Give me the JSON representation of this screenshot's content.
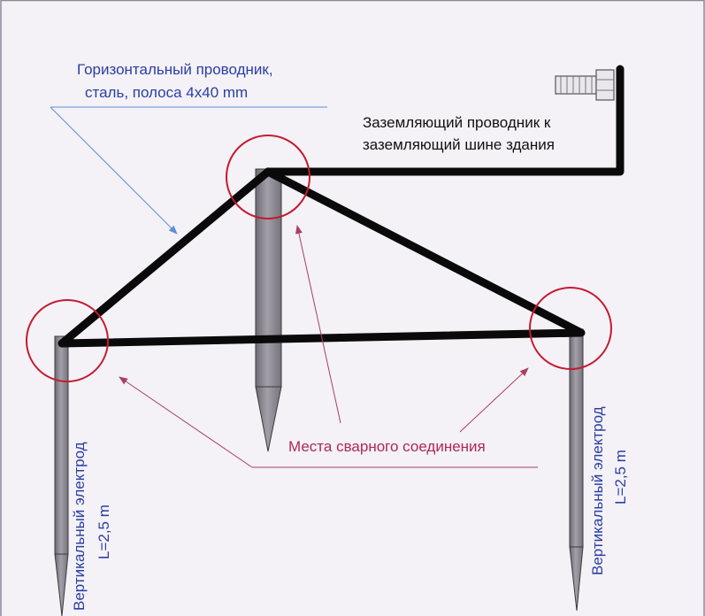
{
  "labels": {
    "horizontal_conductor_line1": "Горизонтальный проводник,",
    "horizontal_conductor_line2": "сталь, полоса 4х40 mm",
    "grounding_conductor_line1": "Заземляющий проводник к",
    "grounding_conductor_line2": "заземляющий шине здания",
    "weld_points": "Места сварного соединения",
    "vertical_electrode_left_line1": "Вертикальный электрод",
    "vertical_electrode_left_line2": "L=2,5 m",
    "vertical_electrode_right_line1": "Вертикальный электрод",
    "vertical_electrode_right_line2": "L=2,5 m"
  },
  "colors": {
    "background": "#f4f1f7",
    "frame": "#8a8a95",
    "blue_text": "#2a3fa3",
    "blue_pointer": "#5b8fd6",
    "black_text": "#111111",
    "magenta_text": "#b02856",
    "magenta_pointer": "#a8405e",
    "weld_circle": "#c21b2e",
    "conductor": "#0a0a0a",
    "electrode_fill": "#8e8a93",
    "electrode_stroke": "#3a3a3a"
  },
  "icons": [
    "bolt-icon"
  ]
}
